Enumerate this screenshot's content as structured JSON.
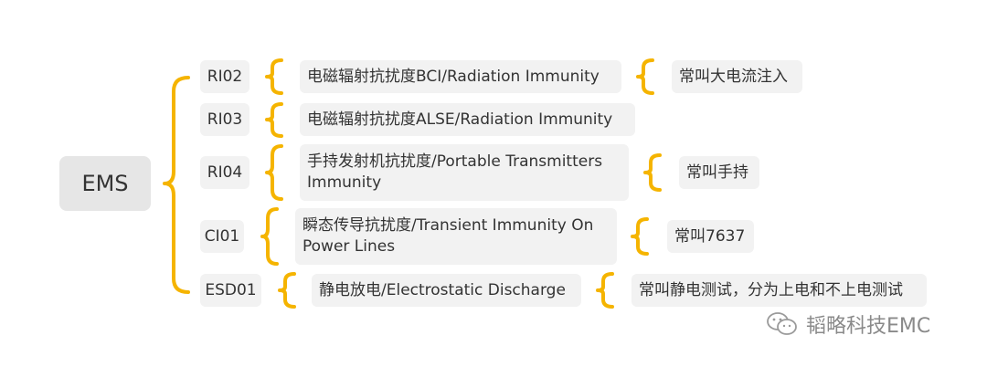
{
  "root": {
    "label": "EMS"
  },
  "branches": [
    {
      "code": "RI02",
      "title": "电磁辐射抗扰度BCI/Radiation Immunity",
      "note": "常叫大电流注入"
    },
    {
      "code": "RI03",
      "title": "电磁辐射抗扰度ALSE/Radiation Immunity",
      "note": ""
    },
    {
      "code": "RI04",
      "title_line1": "手持发射机抗扰度/Portable Transmitters",
      "title_line2": "Immunity",
      "note": "常叫手持"
    },
    {
      "code": "CI01",
      "title_line1": "瞬态传导抗扰度/Transient Immunity On",
      "title_line2": "Power Lines",
      "note": "常叫7637"
    },
    {
      "code": "ESD01",
      "title": "静电放电/Electrostatic Discharge",
      "note": "常叫静电测试，分为上电和不上电测试"
    }
  ],
  "watermark": {
    "text": "韬略科技EMC",
    "icon": "wechat-icon"
  },
  "colors": {
    "brace": "#f5b400",
    "box": "#f2f2f2",
    "root": "#e6e6e6"
  }
}
